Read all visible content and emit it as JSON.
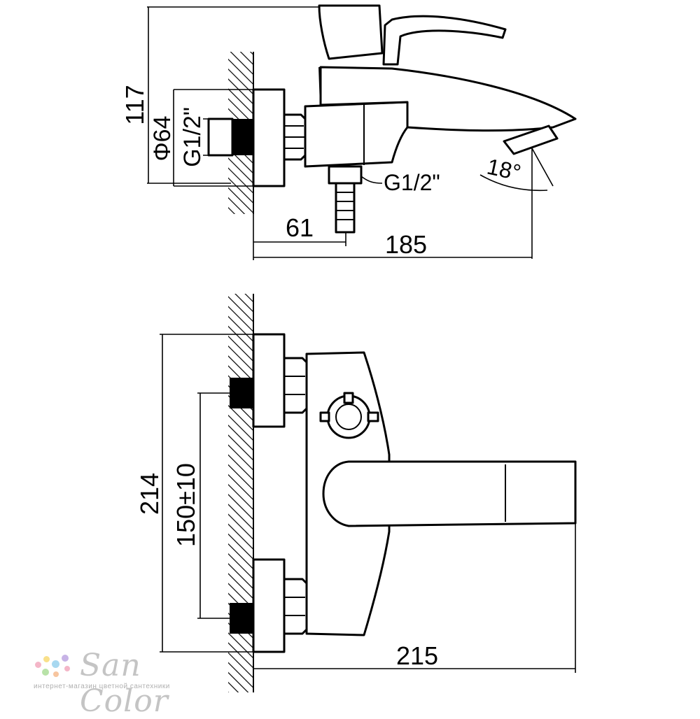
{
  "side_view": {
    "dim_height": "117",
    "dim_flange_diameter": "Φ64",
    "dim_inlet_thread": "G1/2\"",
    "dim_outlet_thread": "G1/2\"",
    "dim_angle": "18°",
    "dim_wall_to_outlet": "61",
    "dim_wall_to_spout": "185"
  },
  "front_view": {
    "dim_total_height": "214",
    "dim_inlet_spacing": "150±10",
    "dim_projection": "215"
  },
  "watermark": {
    "brand": "San Color",
    "tagline": "интернет-магазин цветной сантехники",
    "dot_colors": [
      "#f4b6c8",
      "#f9e08a",
      "#a8d8f0",
      "#c7b3e6",
      "#b8e2a8",
      "#f7c59f"
    ]
  }
}
